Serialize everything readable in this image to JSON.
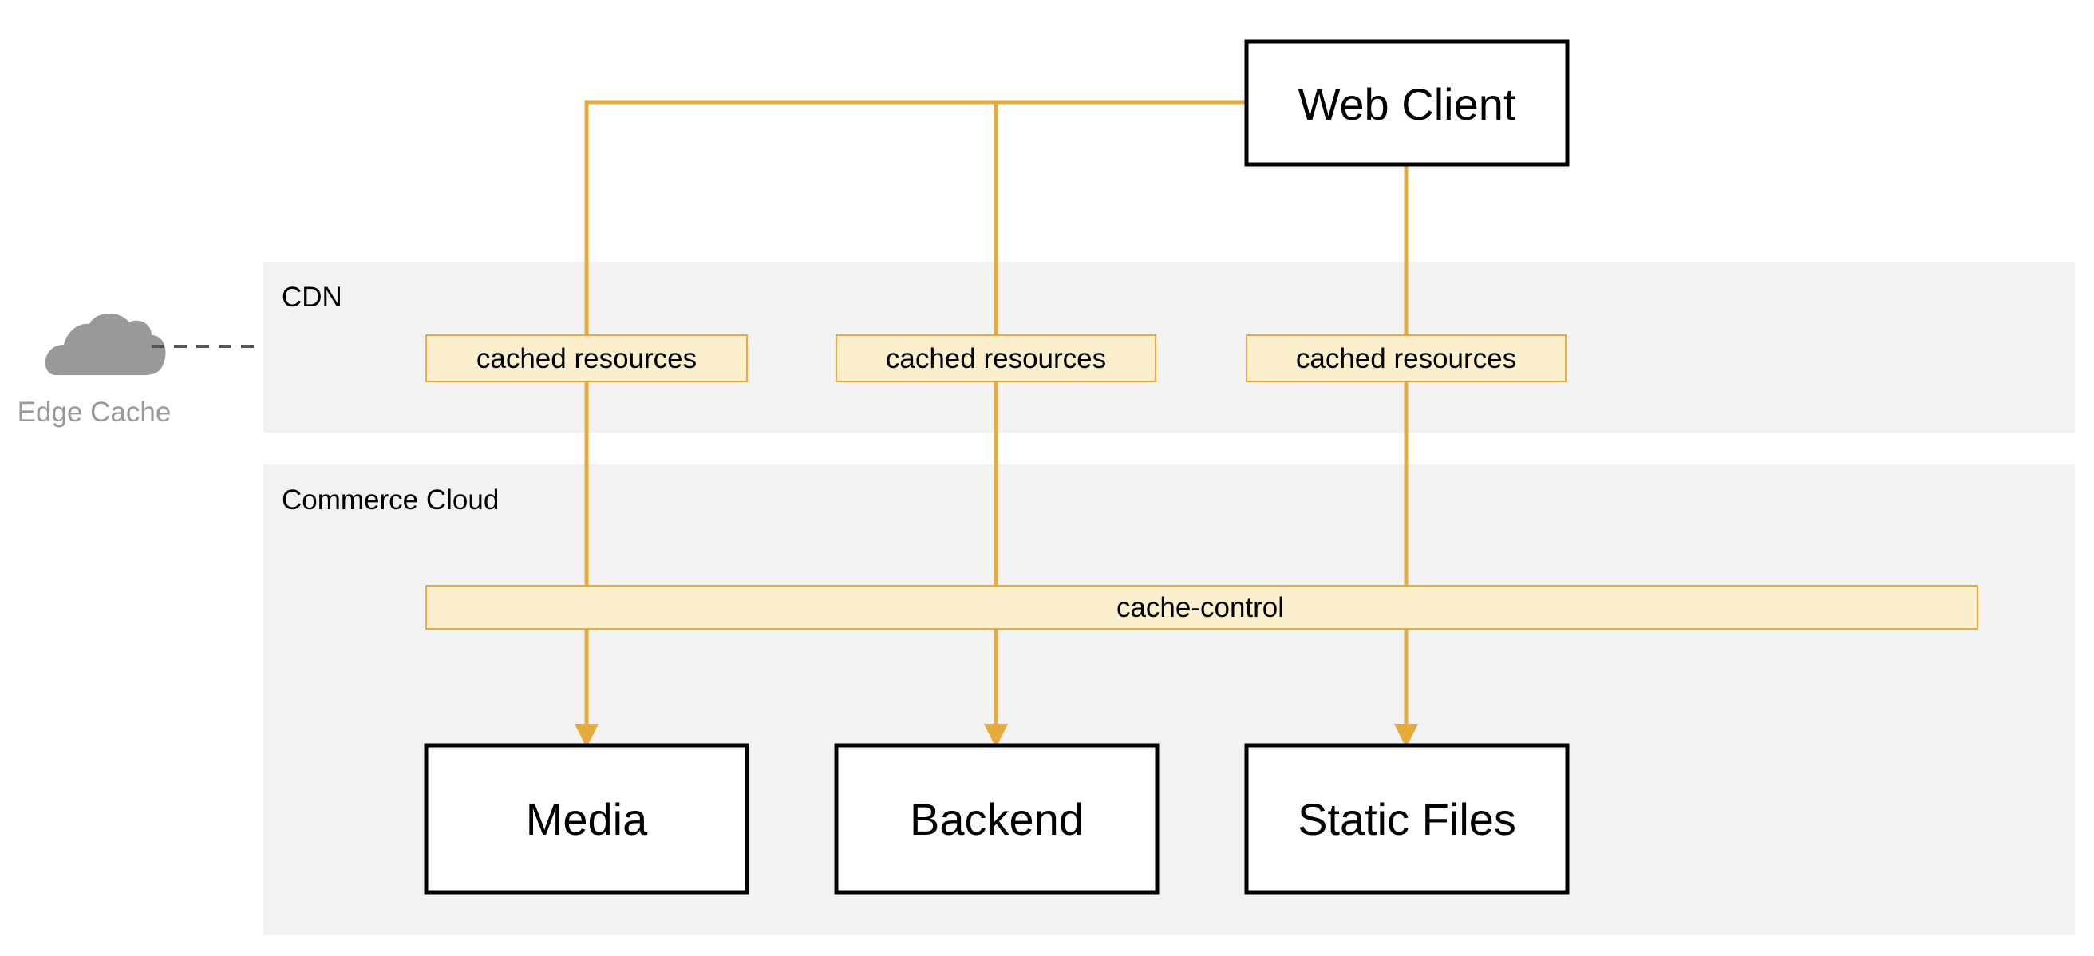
{
  "colors": {
    "edge": "#e6ac3b",
    "tag_fill": "#fcefcc",
    "tag_stroke": "#e6ac3b",
    "cloud": "#999999",
    "cloud_label": "#999999",
    "dash": "#555555"
  },
  "regions": {
    "cdn": {
      "label": "CDN"
    },
    "commerce": {
      "label": "Commerce Cloud"
    }
  },
  "legend": {
    "icon": "cloud-icon",
    "label": "Edge Cache"
  },
  "nodes": {
    "web_client": "Web Client",
    "media": "Media",
    "backend": "Backend",
    "static_files": "Static Files"
  },
  "tags": {
    "cached_1": "cached resources",
    "cached_2": "cached resources",
    "cached_3": "cached resources",
    "cache_control": "cache-control"
  },
  "edges": [
    {
      "from": "web_client",
      "to": "media"
    },
    {
      "from": "web_client",
      "to": "backend"
    },
    {
      "from": "web_client",
      "to": "static_files"
    }
  ]
}
